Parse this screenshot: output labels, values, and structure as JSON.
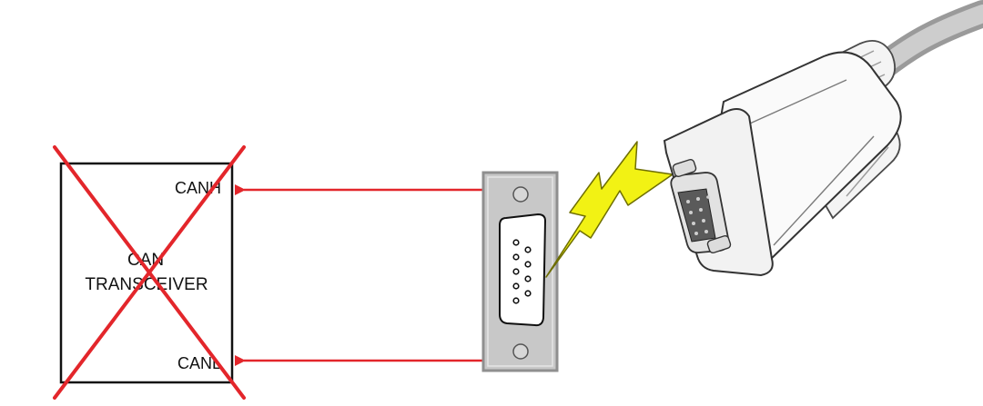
{
  "transceiver": {
    "title_line1": "CAN",
    "title_line2": "TRANSCEIVER",
    "pin_high": "CANH",
    "pin_low": "CANL"
  },
  "colors": {
    "arrow": "#e3262b",
    "cross": "#e3262b",
    "bolt_fill": "#f2f214",
    "bolt_stroke": "#6e6e00",
    "panel_fill": "#c8c8c8",
    "panel_stroke": "#8f8f8f",
    "line": "#111111"
  },
  "icons": {
    "connector_panel": "db9-female-panel-icon",
    "lightning": "lightning-bolt-icon",
    "cable_plug": "db9-cable-plug-icon",
    "cross": "red-x-cross-icon"
  }
}
